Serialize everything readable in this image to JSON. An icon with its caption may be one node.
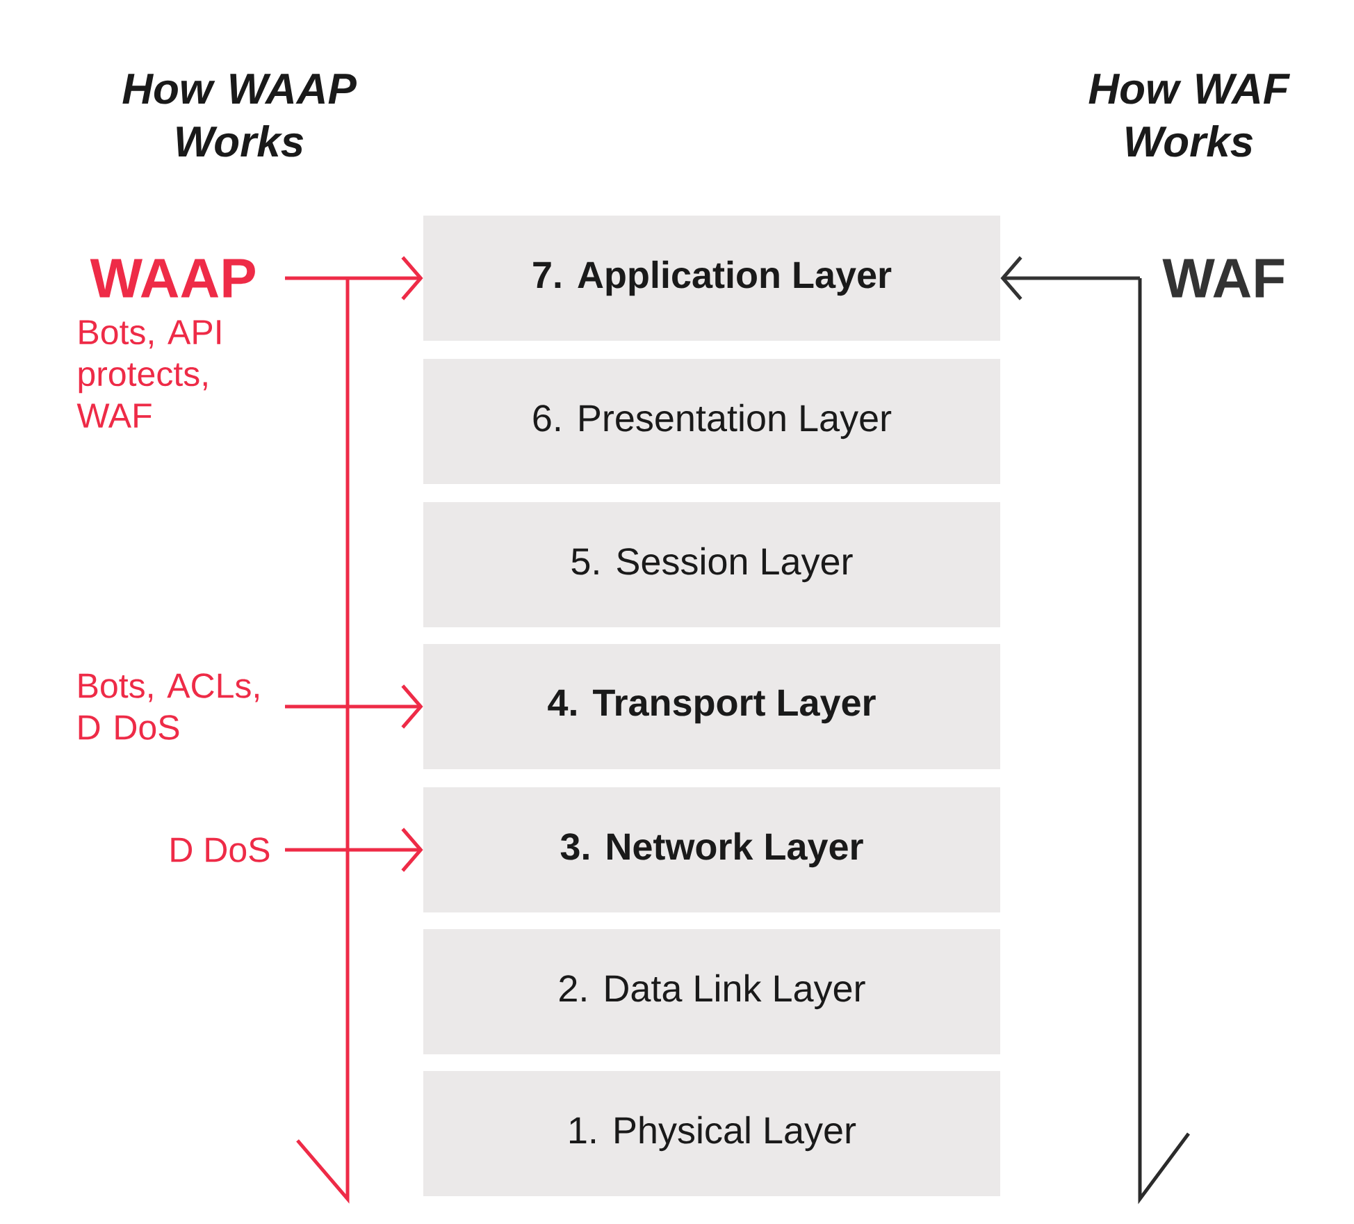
{
  "diagram": {
    "nodes": [
      {
        "text": [
          "7. Application Layer"
        ]
      },
      {
        "text": [
          "6. Presentation Layer"
        ]
      },
      {
        "text": [
          "5. Session Layer"
        ]
      },
      {
        "text": [
          "4. Transport Layer"
        ]
      },
      {
        "text": [
          "3. Network Layer"
        ]
      },
      {
        "text": [
          "2. Data Link Layer"
        ]
      },
      {
        "text": [
          "1. Physical Layer"
        ]
      },
      {
        "text": [
          "WAAP"
        ],
        "beside": [
          "Bots, API protects, WAF"
        ]
      },
      {
        "text": [
          "Bots, ACLs, D DoS"
        ]
      },
      {
        "text": [
          "D DoS"
        ]
      },
      {
        "text": [
          "WAF"
        ]
      }
    ],
    "edges": [
      {
        "from": 7,
        "to": 0,
        "arrow": "to"
      },
      {
        "from": 8,
        "to": 3,
        "arrow": "to"
      },
      {
        "from": 9,
        "to": 4,
        "arrow": "to"
      },
      {
        "from": 10,
        "to": 0,
        "arrow": "to",
        "color": "#333333"
      }
    ],
    "labels": [
      "How WAAP Works",
      "How WAF Works"
    ]
  }
}
